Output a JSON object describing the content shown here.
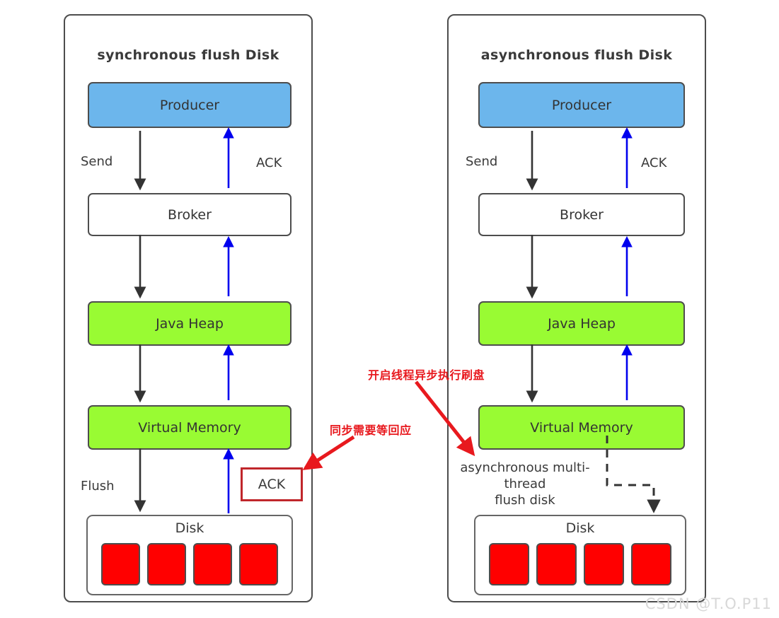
{
  "watermark": "CSDN @T.O.P11",
  "colors": {
    "producer": "#6CB6EC",
    "memory": "#99FB33",
    "disk_cell": "#FF0000",
    "annotation": "#E8191E",
    "ack_arrow": "#0000EE",
    "flow_arrow": "#333333",
    "box_border": "#4d4d4d"
  },
  "panels": [
    {
      "id": "synchronous",
      "title": "synchronous flush Disk",
      "nodes": [
        {
          "name": "producer",
          "label": "Producer"
        },
        {
          "name": "broker",
          "label": "Broker"
        },
        {
          "name": "java-heap",
          "label": "Java Heap"
        },
        {
          "name": "virtual-memory",
          "label": "Virtual Memory"
        },
        {
          "name": "disk",
          "label": "Disk",
          "cells": 4
        }
      ],
      "edge_labels": [
        {
          "name": "send-label",
          "text": "Send"
        },
        {
          "name": "ack-label",
          "text": "ACK"
        },
        {
          "name": "flush-label",
          "text": "Flush"
        }
      ],
      "callout": {
        "name": "ack-callout",
        "text": "ACK"
      }
    },
    {
      "id": "asynchronous",
      "title": "asynchronous flush Disk",
      "nodes": [
        {
          "name": "producer",
          "label": "Producer"
        },
        {
          "name": "broker",
          "label": "Broker"
        },
        {
          "name": "java-heap",
          "label": "Java Heap"
        },
        {
          "name": "virtual-memory",
          "label": "Virtual Memory"
        },
        {
          "name": "disk",
          "label": "Disk",
          "cells": 4
        }
      ],
      "edge_labels": [
        {
          "name": "send-label",
          "text": "Send"
        },
        {
          "name": "ack-label",
          "text": "ACK"
        }
      ],
      "note": "asynchronous multi-\nthread\nflush disk"
    }
  ],
  "annotations": [
    {
      "name": "annotation-async-thread",
      "text": "开启线程异步执行刷盘"
    },
    {
      "name": "annotation-sync-wait",
      "text": "同步需要等回应"
    }
  ]
}
